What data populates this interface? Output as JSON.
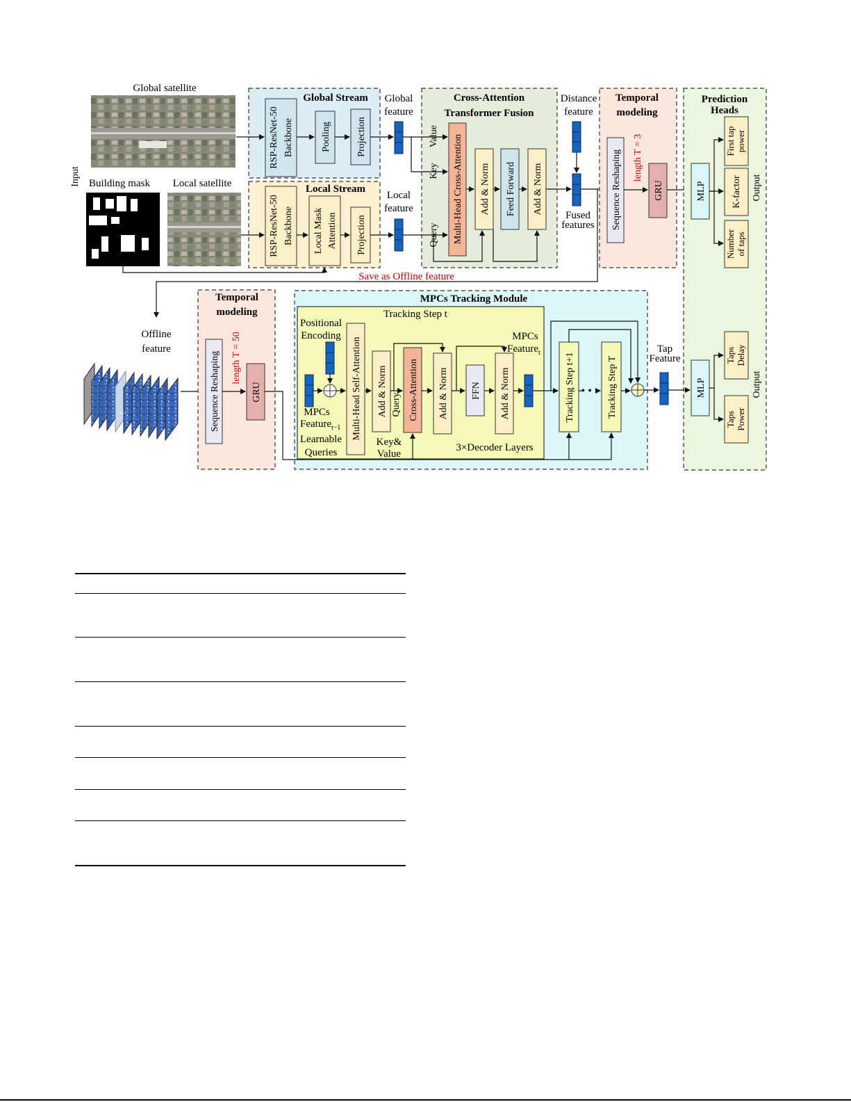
{
  "figure": {
    "inputs": {
      "input_label": "Input",
      "global_satellite": "Global satellite",
      "building_mask": "Building mask",
      "local_satellite": "Local satellite"
    },
    "global_stream": {
      "title": "Global Stream",
      "backbone": [
        "RSP-ResNet-50",
        "Backbone"
      ],
      "pooling": "Pooling",
      "projection": "Projection"
    },
    "local_stream": {
      "title": "Local Stream",
      "backbone": [
        "RSP-ResNet-50",
        "Backbone"
      ],
      "mask_attention": [
        "Local Mask",
        "Attention"
      ],
      "projection": "Projection"
    },
    "features": {
      "global": [
        "Global",
        "feature"
      ],
      "local": [
        "Local",
        "feature"
      ],
      "distance": [
        "Distance",
        "feature"
      ],
      "fused": [
        "Fused",
        "features"
      ]
    },
    "cross_attention": {
      "title": [
        "Cross-Attention",
        "Transformer Fusion"
      ],
      "value": "Value",
      "key": "Key",
      "query": "Query",
      "mhca": "Multi-Head Cross-Attention",
      "add_norm_1": "Add & Norm",
      "feed_forward": "Feed Forward",
      "add_norm_2": "Add & Norm"
    },
    "temporal_top": {
      "title": [
        "Temporal",
        "modeling"
      ],
      "reshape": "Sequence Reshaping",
      "length": "length T = 3",
      "gru": "GRU"
    },
    "prediction": {
      "title": [
        "Prediction",
        "Heads"
      ],
      "mlp_top": "MLP",
      "mlp_bottom": "MLP",
      "first_tap": [
        "First tap",
        "power"
      ],
      "k_factor": "K-factor",
      "num_taps": [
        "Number",
        "of taps"
      ],
      "output_top": "Output",
      "taps_delay": [
        "Taps",
        "Delay"
      ],
      "taps_power": [
        "Taps",
        "Power"
      ],
      "output_bottom": "Output"
    },
    "save_offline": "Save as Offline feature",
    "offline_feature": [
      "Offline",
      "feature"
    ],
    "offline_ellipsis": "...",
    "temporal_bottom": {
      "title": [
        "Temporal",
        "modeling"
      ],
      "reshape": "Sequence Reshaping",
      "length": "length T = 50",
      "gru": "GRU"
    },
    "mpc_tracking": {
      "title": "MPCs Tracking Module",
      "step_t": "Tracking Step t",
      "positional_encoding": [
        "Positional",
        "Encoding"
      ],
      "mpcs_feature_prev": "MPCs",
      "feature_prev": "Feature",
      "sub_prev": "t−1",
      "learnable_queries": [
        "Learnable",
        "Queries"
      ],
      "mhsa": "Multi-Head Self-Attention",
      "add_norm_a": "Add & Norm",
      "query": "Query",
      "cross_attention": "Cross-Attention",
      "key_value": [
        "Key&",
        "Value"
      ],
      "add_norm_b": "Add & Norm",
      "ffn": "FFN",
      "add_norm_c": "Add & Norm",
      "decoder_layers": "3×Decoder Layers",
      "mpcs_feature_t": "MPCs",
      "feature_t": "Feature",
      "sub_t": "t",
      "step_t1": "Tracking Step t+1",
      "dots": "• • •",
      "step_T": "Tracking Step T",
      "tap_feature": [
        "Tap",
        "Feature"
      ]
    },
    "colors": {
      "global_stream_bg": "#deedf4",
      "local_stream_bg": "#fcf0d2",
      "cross_attn_bg": "#e6ecdc",
      "temporal_bg": "#fbe7de",
      "prediction_bg": "#eaf6de",
      "mpc_bg": "#dbf7f7",
      "decoder_bg": "#f6f8b8",
      "blue_box": "#cfe5ee",
      "yellow_box": "#fcefc6",
      "orange_box": "#f4b497",
      "pink_box": "#e4b0ad",
      "lilac_box": "#e9e9f3",
      "token_blue": "#1565c0",
      "red_text": "#c00000"
    }
  }
}
